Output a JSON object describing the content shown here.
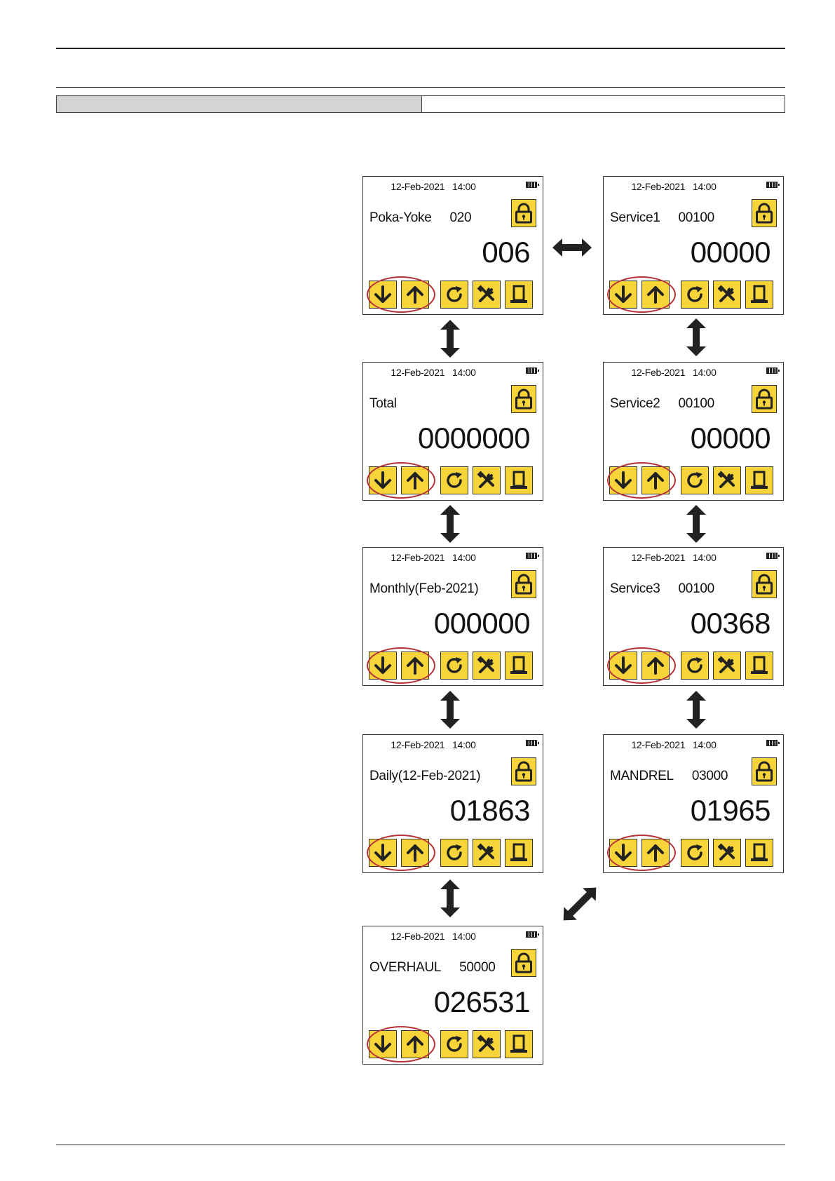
{
  "screens": [
    {
      "date": "12-Feb-2021",
      "time": "14:00",
      "label": "Poka-Yoke",
      "limit": "020",
      "value": "006"
    },
    {
      "date": "12-Feb-2021",
      "time": "14:00",
      "label": "Service1",
      "limit": "00100",
      "value": "00000"
    },
    {
      "date": "12-Feb-2021",
      "time": "14:00",
      "label": "Total",
      "limit": "",
      "value": "0000000"
    },
    {
      "date": "12-Feb-2021",
      "time": "14:00",
      "label": "Service2",
      "limit": "00100",
      "value": "00000"
    },
    {
      "date": "12-Feb-2021",
      "time": "14:00",
      "label": "Monthly(Feb-2021)",
      "limit": "",
      "value": "000000"
    },
    {
      "date": "12-Feb-2021",
      "time": "14:00",
      "label": "Service3",
      "limit": "00100",
      "value": "00368"
    },
    {
      "date": "12-Feb-2021",
      "time": "14:00",
      "label": "Daily(12-Feb-2021)",
      "limit": "",
      "value": "01863"
    },
    {
      "date": "12-Feb-2021",
      "time": "14:00",
      "label": "MANDREL",
      "limit": "03000",
      "value": "01965"
    },
    {
      "date": "12-Feb-2021",
      "time": "14:00",
      "label": "OVERHAUL",
      "limit": "50000",
      "value": "026531"
    }
  ],
  "icons": {
    "lock": "lock-icon",
    "down": "arrow-down-icon",
    "up": "arrow-up-icon",
    "reset": "reset-icon",
    "tools": "tools-icon",
    "print": "printer-icon"
  },
  "colors": {
    "button_fill": "#f6d43a",
    "highlight_oval": "#b8323a",
    "header_fill": "#d4d4d4"
  }
}
